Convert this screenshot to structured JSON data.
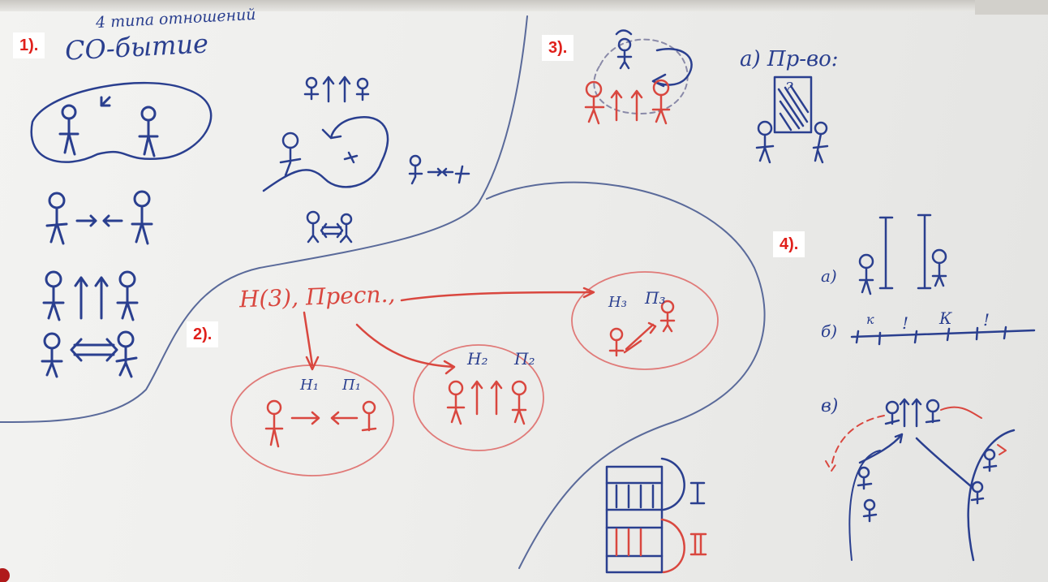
{
  "labels": {
    "l1": "1).",
    "l2": "2).",
    "l3": "3).",
    "l4": "4)."
  },
  "writing": {
    "title_line1": "4 типа отношений",
    "title_line2": "СО-бытие",
    "h3_presup": "Н(3), Пресп.,",
    "h1": "Н₁",
    "p1": "П₁",
    "h2": "Н₂",
    "p2": "П₂",
    "h3": "Н₃",
    "p3": "П₃",
    "a_prvo": "а) Пр-во:",
    "q": "?",
    "a": "а)",
    "b": "б)",
    "v": "в)",
    "k1": "к",
    "k2": "К",
    "ex1": "!",
    "ex2": "!",
    "roman1": "I",
    "roman2": "II"
  },
  "colors": {
    "ink_blue": "#2a3f8f",
    "ink_red": "#d9473f",
    "label_red": "#e0201b",
    "board": "#efefed"
  }
}
